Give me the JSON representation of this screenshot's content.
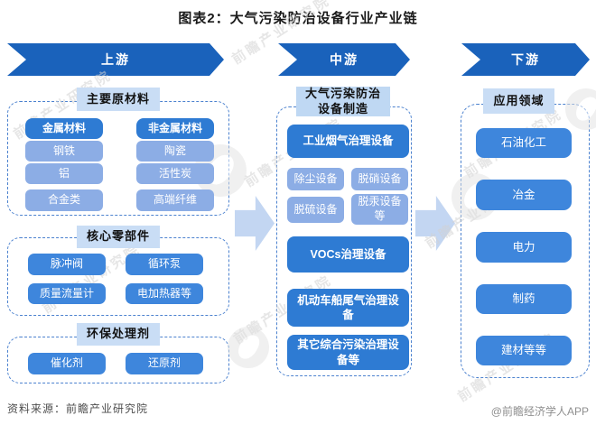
{
  "title": "图表2：大气污染防治设备行业产业链",
  "watermark": {
    "text": "前瞻产业研究院"
  },
  "footer": {
    "source": "资料来源：前瞻产业研究院",
    "credit": "@前瞻经济学人APP"
  },
  "upstream": {
    "header": "上游",
    "sections": [
      {
        "label": "主要原材料",
        "items": [
          "金属材料",
          "非金属材料",
          "钢铁",
          "陶瓷",
          "铝",
          "活性炭",
          "合金类",
          "高端纤维"
        ]
      },
      {
        "label": "核心零部件",
        "items": [
          "脉冲阀",
          "循环泵",
          "质量流量计",
          "电加热器等"
        ]
      },
      {
        "label": "环保处理剂",
        "items": [
          "催化剂",
          "还原剂"
        ]
      }
    ]
  },
  "midstream": {
    "header": "中游",
    "label_lines": [
      "大气污染防治",
      "设备制造"
    ],
    "items": [
      "工业烟气治理设备",
      "除尘设备",
      "脱硝设备",
      "脱硫设备",
      "脱汞设备等",
      "VOCs治理设备",
      "机动车船尾气治理设备",
      "其它综合污染治理设备等"
    ]
  },
  "downstream": {
    "header": "下游",
    "label": "应用领域",
    "items": [
      "石油化工",
      "冶金",
      "电力",
      "制药",
      "建材等等"
    ]
  },
  "colors": {
    "header_blue": "#1A62BB",
    "dark_box": "#2E7BD3",
    "medium_box": "#3E86DC",
    "light_box": "#8CADE5",
    "label_bg": "#C9DDF5",
    "dashed_border": "#4C82CF",
    "connector_arrow": "#C3D6F2"
  }
}
